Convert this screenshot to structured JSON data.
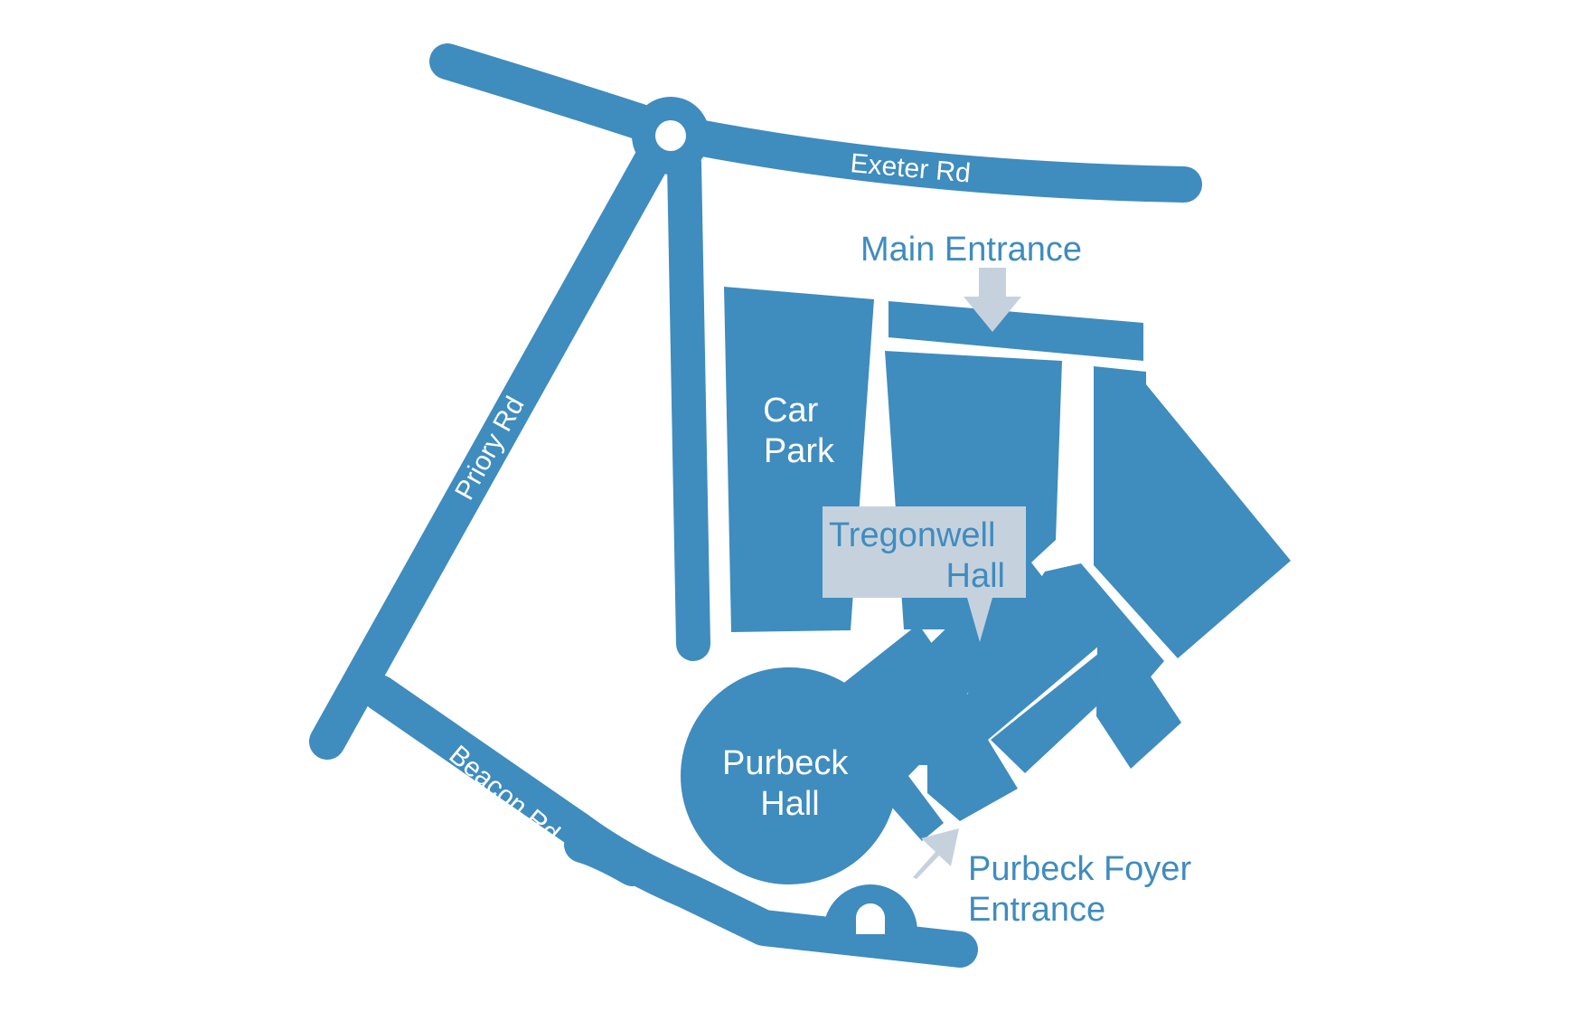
{
  "colors": {
    "primary": "#3f8cbf",
    "callout": "#c5d2dd",
    "road_label": "#ffffff",
    "background": "#ffffff"
  },
  "roads": {
    "exeter": "Exeter Rd",
    "priory": "Priory Rd",
    "beacon": "Beacon Rd"
  },
  "places": {
    "car_park": [
      "Car",
      "Park"
    ],
    "tregonwell": [
      "Tregonwell",
      "Hall"
    ],
    "purbeck": [
      "Purbeck",
      "Hall"
    ]
  },
  "entrances": {
    "main": "Main Entrance",
    "foyer": [
      "Purbeck Foyer",
      "Entrance"
    ]
  }
}
